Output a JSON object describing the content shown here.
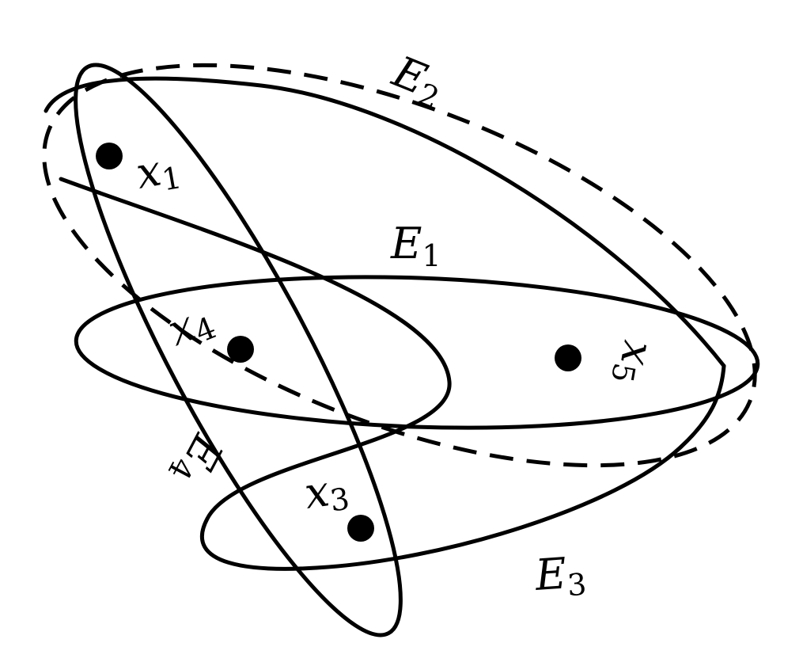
{
  "diagram": {
    "edges": [
      {
        "id": "E1",
        "letter": "E",
        "sub": "1",
        "style": "solid"
      },
      {
        "id": "E2",
        "letter": "E",
        "sub": "2",
        "style": "dashed"
      },
      {
        "id": "E3",
        "letter": "E",
        "sub": "3",
        "style": "solid"
      },
      {
        "id": "E4",
        "letter": "E",
        "sub": "4",
        "style": "solid"
      }
    ],
    "vertices": [
      {
        "id": "x1",
        "letter": "x",
        "sub": "1"
      },
      {
        "id": "x4",
        "letter": "x",
        "sub": "4"
      },
      {
        "id": "x3",
        "letter": "x",
        "sub": "3"
      },
      {
        "id": "x5",
        "letter": "x",
        "sub": "5"
      }
    ],
    "colors": {
      "stroke": "#000000",
      "vertex": "#000000",
      "background": "#ffffff"
    }
  }
}
